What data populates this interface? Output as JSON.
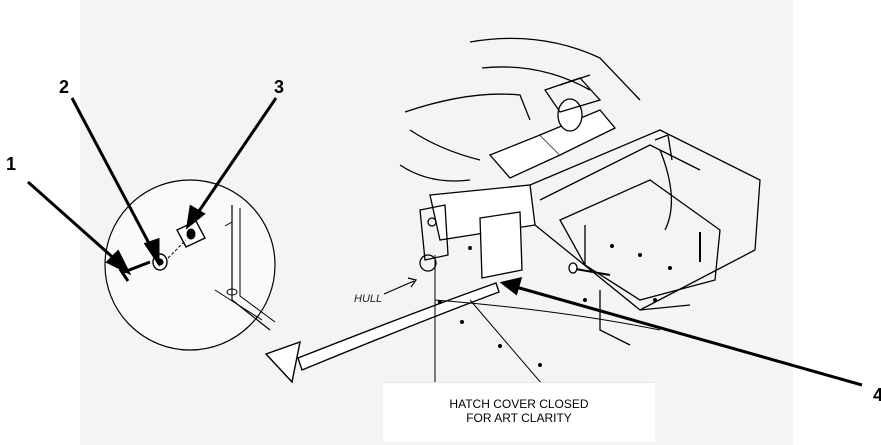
{
  "callouts": [
    "1",
    "2",
    "3",
    "4"
  ],
  "labels": {
    "hull": "HULL"
  },
  "caption": {
    "line1": "HATCH COVER CLOSED",
    "line2": "FOR ART CLARITY"
  },
  "colors": {
    "ink": "#000000",
    "paper": "#ffffff",
    "drawing_bg": "#f4f4f4"
  }
}
